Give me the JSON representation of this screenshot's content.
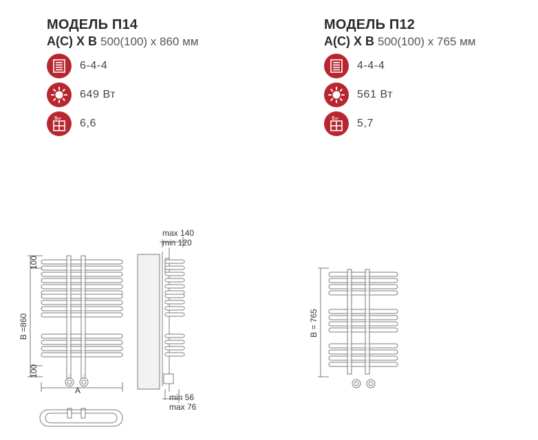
{
  "models": [
    {
      "title": "МОДЕЛЬ П14",
      "dims_label": "А(С) Х В",
      "dims_value": "500(100) x 860 мм",
      "sections": "6-4-4",
      "power": "649 Вт",
      "area": "6,6"
    },
    {
      "title": "МОДЕЛЬ П12",
      "dims_label": "А(С) Х В",
      "dims_value": "500(100) x 765 мм",
      "sections": "4-4-4",
      "power": "561 Вт",
      "area": "5,7"
    }
  ],
  "icons": {
    "sections": "sections-list-icon",
    "power": "sun-heat-icon",
    "area": "area-grid-icon"
  },
  "drawings": {
    "p14_height": "В =860",
    "p14_top_offset": "100",
    "p14_bottom_offset": "100",
    "p14_width": "A",
    "side_max_top": "max 140",
    "side_min_top": "min 120",
    "side_min_bottom": "min 56",
    "side_max_bottom": "max 76",
    "p12_height": "В = 765"
  },
  "colors": {
    "badge": "#b8262f",
    "text": "#3a3a3a",
    "line": "#7a7a7a"
  }
}
